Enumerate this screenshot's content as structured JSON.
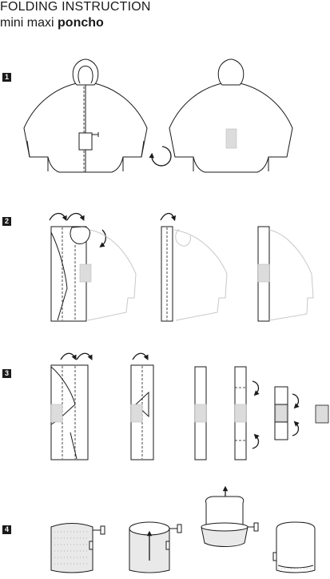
{
  "header": {
    "title": "FOLDING INSTRUCTION",
    "subtitle_prefix": "mini maxi",
    "subtitle_product": "poncho"
  },
  "steps": [
    {
      "number": "1"
    },
    {
      "number": "2"
    },
    {
      "number": "3"
    },
    {
      "number": "4"
    }
  ],
  "colors": {
    "line": "#1a1a1a",
    "badge": "#1a1a1a",
    "patch": "#dcdcdc"
  }
}
